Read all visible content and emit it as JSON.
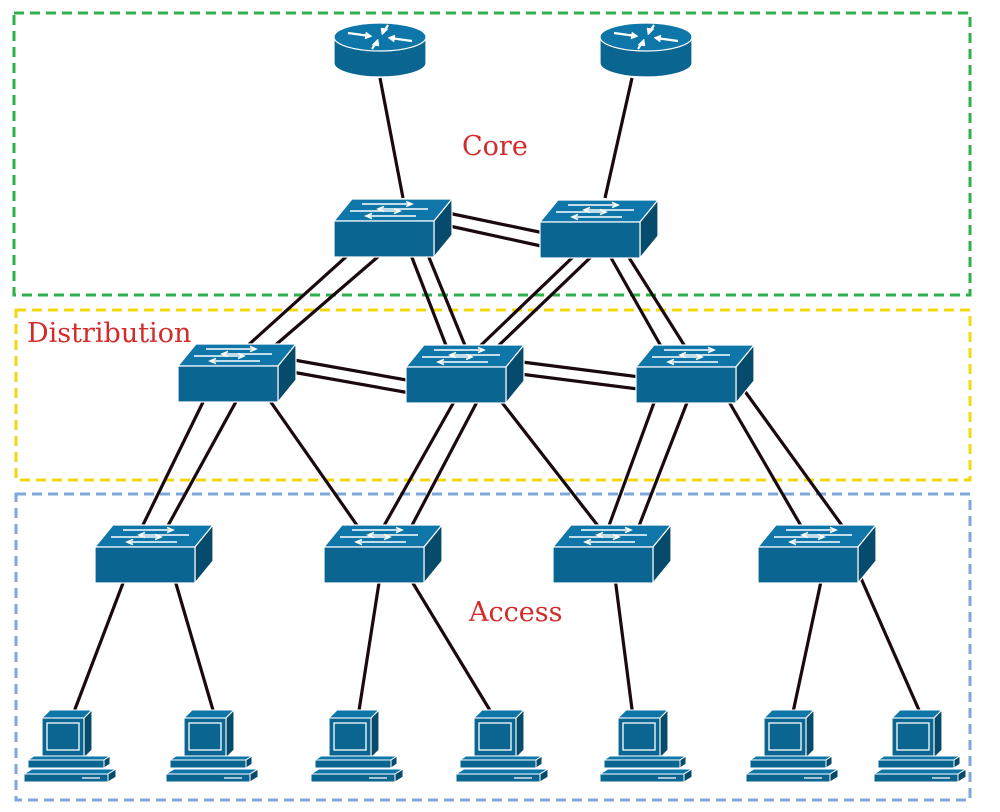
{
  "layers": {
    "core": {
      "label": "Core",
      "border_color": "#2eb14a"
    },
    "distribution": {
      "label": "Distribution",
      "border_color": "#f0d80c"
    },
    "access": {
      "label": "Access",
      "border_color": "#7fa7d9"
    }
  },
  "colors": {
    "device_face": "#0b6591",
    "device_top": "#0e76a8",
    "device_side": "#064a6c",
    "link": "#1a0a0f",
    "label": "#d42a2a"
  },
  "devices": {
    "routers": [
      {
        "id": "core-router-1",
        "icon": "router-icon"
      },
      {
        "id": "core-router-2",
        "icon": "router-icon"
      }
    ],
    "core_switches": [
      {
        "id": "core-switch-1",
        "icon": "switch-icon"
      },
      {
        "id": "core-switch-2",
        "icon": "switch-icon"
      }
    ],
    "distribution_switches": [
      {
        "id": "distribution-switch-1",
        "icon": "switch-icon"
      },
      {
        "id": "distribution-switch-2",
        "icon": "switch-icon"
      },
      {
        "id": "distribution-switch-3",
        "icon": "switch-icon"
      }
    ],
    "access_switches": [
      {
        "id": "access-switch-1",
        "icon": "switch-icon"
      },
      {
        "id": "access-switch-2",
        "icon": "switch-icon"
      },
      {
        "id": "access-switch-3",
        "icon": "switch-icon"
      },
      {
        "id": "access-switch-4",
        "icon": "switch-icon"
      }
    ],
    "workstations": [
      {
        "id": "workstation-1",
        "icon": "computer-icon"
      },
      {
        "id": "workstation-2",
        "icon": "computer-icon"
      },
      {
        "id": "workstation-3",
        "icon": "computer-icon"
      },
      {
        "id": "workstation-4",
        "icon": "computer-icon"
      },
      {
        "id": "workstation-5",
        "icon": "computer-icon"
      },
      {
        "id": "workstation-6",
        "icon": "computer-icon"
      },
      {
        "id": "workstation-7",
        "icon": "computer-icon"
      }
    ]
  }
}
